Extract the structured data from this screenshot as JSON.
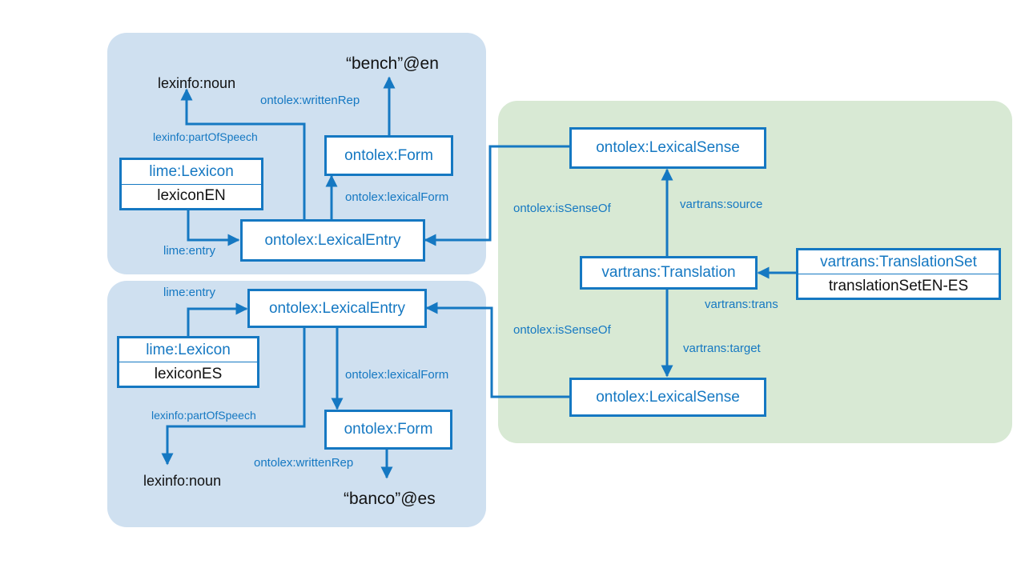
{
  "colors": {
    "accent": "#1578c2",
    "panel_blue": "#cfe0f0",
    "panel_green": "#d8e9d4"
  },
  "en": {
    "literal": "“bench”@en",
    "pos_value": "lexinfo:noun",
    "written_rep_label": "ontolex:writtenRep",
    "pos_label": "lexinfo:partOfSpeech",
    "form": "ontolex:Form",
    "lexicon_class": "lime:Lexicon",
    "lexicon_name": "lexiconEN",
    "lexical_form_label": "ontolex:lexicalForm",
    "entry_label": "lime:entry",
    "lexical_entry": "ontolex:LexicalEntry"
  },
  "es": {
    "entry_label": "lime:entry",
    "lexical_entry": "ontolex:LexicalEntry",
    "lexicon_class": "lime:Lexicon",
    "lexicon_name": "lexiconES",
    "lexical_form_label": "ontolex:lexicalForm",
    "pos_label": "lexinfo:partOfSpeech",
    "form": "ontolex:Form",
    "written_rep_label": "ontolex:writtenRep",
    "pos_value": "lexinfo:noun",
    "literal": "“banco”@es"
  },
  "translation": {
    "sense_en": "ontolex:LexicalSense",
    "sense_es": "ontolex:LexicalSense",
    "is_sense_of_en": "ontolex:isSenseOf",
    "is_sense_of_es": "ontolex:isSenseOf",
    "source_label": "vartrans:source",
    "target_label": "vartrans:target",
    "translation_node": "vartrans:Translation",
    "set_class": "vartrans:TranslationSet",
    "set_name": "translationSetEN-ES",
    "trans_label": "vartrans:trans"
  }
}
